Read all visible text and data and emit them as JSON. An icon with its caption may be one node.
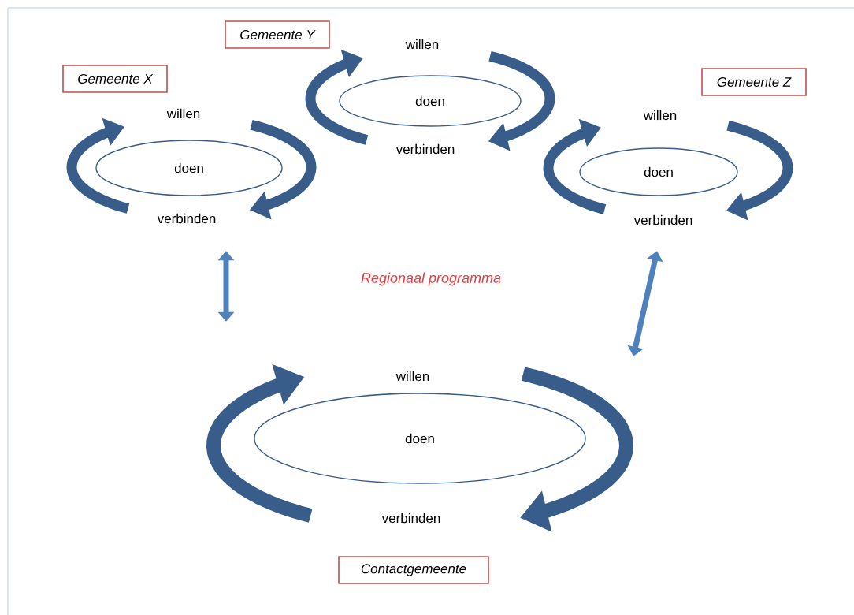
{
  "diagram": {
    "nodes": [
      {
        "text": [
          "Gemeente X"
        ]
      },
      {
        "text": [
          "willen",
          "verbinden"
        ]
      },
      {
        "text": [
          "doen"
        ],
        "in": 1
      },
      {
        "text": [
          "Gemeente Y"
        ]
      },
      {
        "text": [
          "willen",
          "verbinden"
        ]
      },
      {
        "text": [
          "doen"
        ],
        "in": 4
      },
      {
        "text": [
          "Gemeente Z"
        ]
      },
      {
        "text": [
          "willen",
          "verbinden"
        ]
      },
      {
        "text": [
          "doen"
        ],
        "in": 7
      },
      {
        "text": [
          "willen",
          "verbinden"
        ]
      },
      {
        "text": [
          "doen"
        ],
        "in": 9
      },
      {
        "text": [
          "Contactgemeente"
        ]
      }
    ],
    "edges": [
      {
        "from": 1,
        "to": 9,
        "arrow": "both"
      },
      {
        "from": 7,
        "to": 9,
        "arrow": "both"
      }
    ],
    "labels": [
      "Regionaal programma"
    ]
  }
}
